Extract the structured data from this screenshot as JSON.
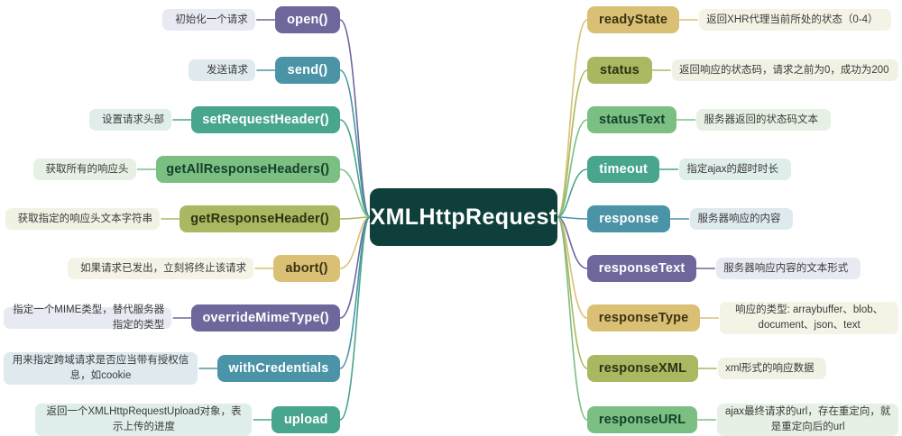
{
  "title": "XMLHttpRequest mind map",
  "center": {
    "label": "XMLHttpRequest",
    "color": "#0f3f3a",
    "text_color": "#ffffff"
  },
  "palette": {
    "purple": "#6d679c",
    "blue_teal": "#4b94a8",
    "teal_green": "#48a58e",
    "green": "#7cbf83",
    "olive": "#aab861",
    "gold": "#d9c075",
    "label_lavender": "#e7eaf2",
    "label_blue": "#dfeaef",
    "label_teal": "#dfeeea",
    "label_green": "#e7f0e4",
    "label_olive": "#f1f1e4",
    "label_cream": "#f5f3e6"
  },
  "left_branches": [
    {
      "name": "open",
      "label": "open()",
      "desc": "初始化一个请求",
      "color": "#6d679c",
      "text_color": "#ffffff",
      "label_bg": "#e7eaf2",
      "lines": 1
    },
    {
      "name": "send",
      "label": "send()",
      "desc": "发送请求",
      "color": "#4b94a8",
      "text_color": "#ffffff",
      "label_bg": "#dfeaef",
      "lines": 1
    },
    {
      "name": "setRequestHeader",
      "label": "setRequestHeader()",
      "desc": "设置请求头部",
      "color": "#48a58e",
      "text_color": "#ffffff",
      "label_bg": "#dfeeea",
      "lines": 1
    },
    {
      "name": "getAllResponseHeaders",
      "label": "getAllResponseHeaders()",
      "desc": "获取所有的响应头",
      "color": "#7cbf83",
      "text_color": "#13402a",
      "label_bg": "#e7f0e4",
      "lines": 1
    },
    {
      "name": "getResponseHeader",
      "label": "getResponseHeader()",
      "desc": "获取指定的响应头文本字符串",
      "color": "#aab861",
      "text_color": "#2d3213",
      "label_bg": "#f1f1e4",
      "lines": 1
    },
    {
      "name": "abort",
      "label": "abort()",
      "desc": "如果请求已发出，立刻将终止该请求",
      "color": "#d9c075",
      "text_color": "#3d3312",
      "label_bg": "#f5f3e6",
      "lines": 1
    },
    {
      "name": "overrideMimeType",
      "label": "overrideMimeType()",
      "desc": "指定一个MIME类型，替代服务器指定的类型",
      "color": "#6d679c",
      "text_color": "#ffffff",
      "label_bg": "#e7eaf2",
      "lines": 1
    },
    {
      "name": "withCredentials",
      "label": "withCredentials",
      "desc": "用来指定跨域请求是否应当带有授权信息，如cookie",
      "color": "#4b94a8",
      "text_color": "#ffffff",
      "label_bg": "#dfeaef",
      "lines": 2
    },
    {
      "name": "upload",
      "label": "upload",
      "desc": "返回一个XMLHttpRequestUpload对象，表示上传的进度",
      "color": "#48a58e",
      "text_color": "#ffffff",
      "label_bg": "#dfeeea",
      "lines": 2
    }
  ],
  "right_branches": [
    {
      "name": "readyState",
      "label": "readyState",
      "desc": "返回XHR代理当前所处的状态（0-4）",
      "color": "#d9c075",
      "text_color": "#3d3312",
      "label_bg": "#f5f3e6",
      "lines": 1
    },
    {
      "name": "status",
      "label": "status",
      "desc": "返回响应的状态码，请求之前为0，成功为200",
      "color": "#aab861",
      "text_color": "#2d3213",
      "label_bg": "#f1f1e4",
      "lines": 1
    },
    {
      "name": "statusText",
      "label": "statusText",
      "desc": "服务器返回的状态码文本",
      "color": "#7cbf83",
      "text_color": "#13402a",
      "label_bg": "#e7f0e4",
      "lines": 1
    },
    {
      "name": "timeout",
      "label": "timeout",
      "desc": "指定ajax的超时时长",
      "color": "#48a58e",
      "text_color": "#ffffff",
      "label_bg": "#dfeeea",
      "lines": 1
    },
    {
      "name": "response",
      "label": "response",
      "desc": "服务器响应的内容",
      "color": "#4b94a8",
      "text_color": "#ffffff",
      "label_bg": "#dfeaef",
      "lines": 1
    },
    {
      "name": "responseText",
      "label": "responseText",
      "desc": "服务器响应内容的文本形式",
      "color": "#6d679c",
      "text_color": "#ffffff",
      "label_bg": "#e7eaf2",
      "lines": 1
    },
    {
      "name": "responseType",
      "label": "responseType",
      "desc": "响应的类型: arraybuffer、blob、document、json、text",
      "color": "#d9c075",
      "text_color": "#3d3312",
      "label_bg": "#f5f3e6",
      "lines": 2
    },
    {
      "name": "responseXML",
      "label": "responseXML",
      "desc": "xml形式的响应数据",
      "color": "#aab861",
      "text_color": "#2d3213",
      "label_bg": "#f1f1e4",
      "lines": 1
    },
    {
      "name": "responseURL",
      "label": "responseURL",
      "desc": "ajax最终请求的url，存在重定向，就是重定向后的url",
      "color": "#7cbf83",
      "text_color": "#13402a",
      "label_bg": "#e7f0e4",
      "lines": 2
    }
  ]
}
